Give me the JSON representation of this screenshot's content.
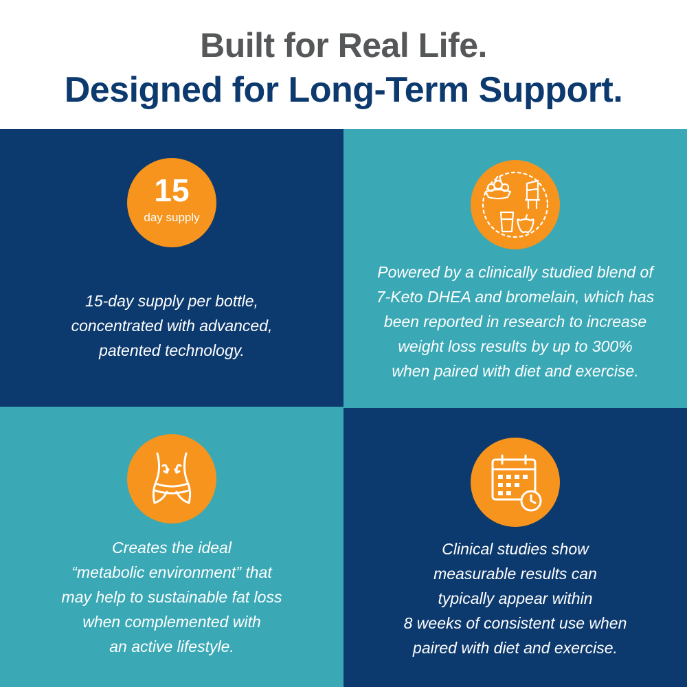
{
  "header": {
    "line1": "Built for Real Life.",
    "line2": "Designed for Long-Term Support."
  },
  "colors": {
    "navy": "#0d3a6e",
    "teal": "#3aa8b5",
    "orange": "#f7941d",
    "gray": "#555759"
  },
  "panels": [
    {
      "icon": "supply-badge",
      "badge_number": "15",
      "badge_caption": "day supply",
      "lines": [
        "15-day supply per bottle,",
        "concentrated with advanced,",
        "patented technology."
      ]
    },
    {
      "icon": "diet-exercise-icon",
      "lines": [
        "Powered by a clinically studied blend of",
        "7-Keto DHEA and bromelain, which has",
        "been reported in research to increase",
        "weight loss results by up to 300%",
        "when paired with diet and exercise."
      ]
    },
    {
      "icon": "waist-icon",
      "lines": [
        "Creates the ideal",
        "“metabolic environment” that",
        "may help to sustainable fat loss",
        "when complemented with",
        "an active lifestyle."
      ]
    },
    {
      "icon": "calendar-clock-icon",
      "lines": [
        "Clinical studies show",
        "measurable results can",
        "typically appear within",
        "8 weeks of consistent use when",
        "paired with diet and exercise."
      ]
    }
  ]
}
